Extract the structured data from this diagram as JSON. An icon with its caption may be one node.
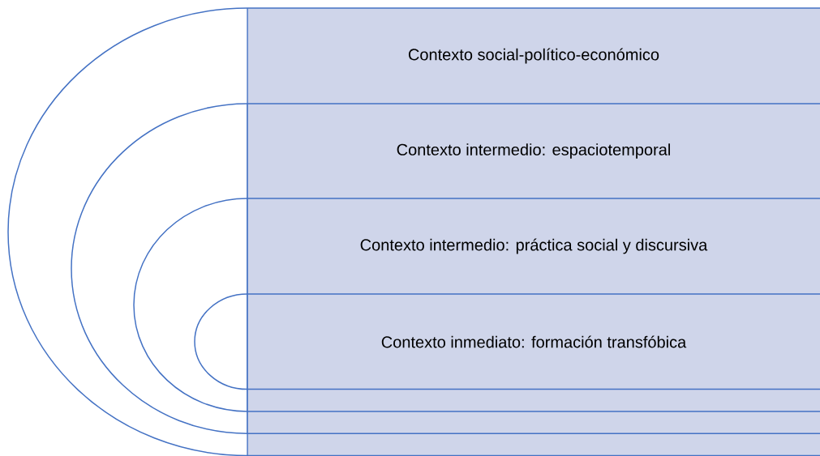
{
  "diagram": {
    "nodes": [
      {
        "text": [
          "Contexto social-político-económico"
        ]
      },
      {
        "text": [
          "Contexto intermedio: espaciotemporal"
        ],
        "in": 0
      },
      {
        "text": [
          "Contexto intermedio: práctica social y discursiva"
        ],
        "in": 1
      },
      {
        "text": [
          "Contexto inmediato: formación transfóbica"
        ],
        "in": 2
      }
    ]
  }
}
